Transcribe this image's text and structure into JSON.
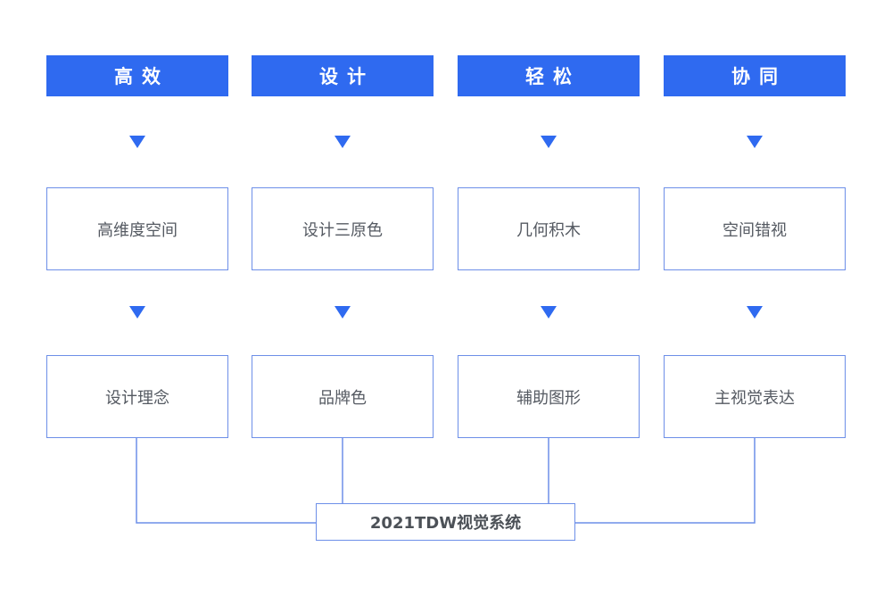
{
  "columns": [
    {
      "header": "高效",
      "level1": "高维度空间",
      "level2": "设计理念"
    },
    {
      "header": "设计",
      "level1": "设计三原色",
      "level2": "品牌色"
    },
    {
      "header": "轻松",
      "level1": "几何积木",
      "level2": "辅助图形"
    },
    {
      "header": "协同",
      "level1": "空间错视",
      "level2": "主视觉表达"
    }
  ],
  "footer": {
    "label": "2021TDW视觉系统"
  },
  "colors": {
    "accent": "#2f6af0",
    "border": "#6d8fe8",
    "line": "#6d8fe8"
  }
}
